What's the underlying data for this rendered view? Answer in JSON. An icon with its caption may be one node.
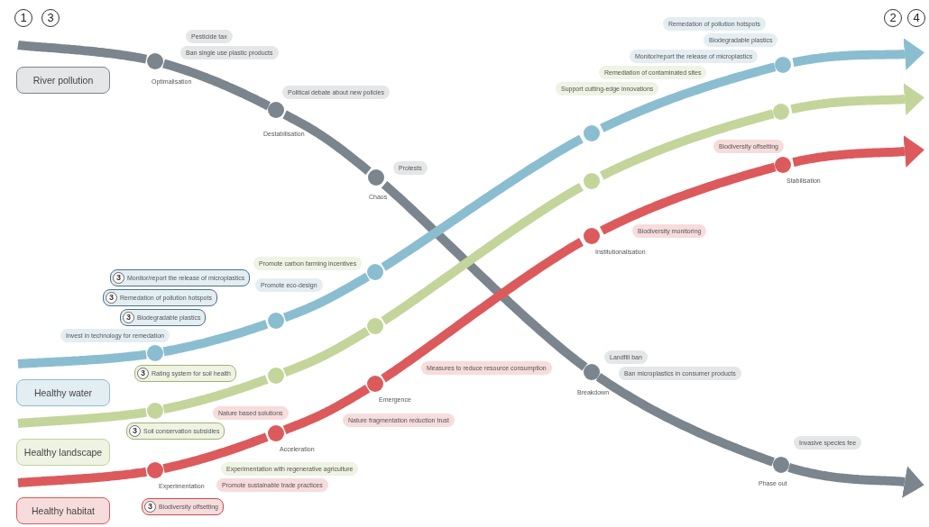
{
  "diagram": {
    "nodes": [
      {
        "text": [
          "River pollution"
        ]
      },
      {
        "text": [
          "Healthy water"
        ]
      },
      {
        "text": [
          "Healthy landscape"
        ]
      },
      {
        "text": [
          "Healthy habitat"
        ]
      },
      {
        "text": [],
        "shape": "circle",
        "beside": [
          "Optimalisation"
        ]
      },
      {
        "text": [],
        "shape": "circle",
        "beside": [
          "Destabilisation"
        ]
      },
      {
        "text": [],
        "shape": "circle",
        "beside": [
          "Chaos"
        ]
      },
      {
        "text": [],
        "shape": "circle",
        "beside": [
          "Breakdown"
        ]
      },
      {
        "text": [],
        "shape": "circle",
        "beside": [
          "Phase out"
        ]
      },
      {
        "text": [],
        "shape": "circle"
      },
      {
        "text": [],
        "shape": "circle"
      },
      {
        "text": [],
        "shape": "circle"
      },
      {
        "text": [],
        "shape": "circle"
      },
      {
        "text": [],
        "shape": "circle"
      },
      {
        "text": [],
        "shape": "circle"
      },
      {
        "text": [],
        "shape": "circle"
      },
      {
        "text": [],
        "shape": "circle"
      },
      {
        "text": [],
        "shape": "circle"
      },
      {
        "text": [],
        "shape": "circle"
      },
      {
        "text": [],
        "shape": "circle",
        "beside": [
          "Experimentation"
        ]
      },
      {
        "text": [],
        "shape": "circle",
        "beside": [
          "Acceleration"
        ]
      },
      {
        "text": [],
        "shape": "circle",
        "beside": [
          "Emergence"
        ]
      },
      {
        "text": [],
        "shape": "circle",
        "beside": [
          "Institutionalisation"
        ]
      },
      {
        "text": [],
        "shape": "circle",
        "beside": [
          "Stabilisation"
        ]
      },
      {
        "text": [
          "Pesticide tax"
        ]
      },
      {
        "text": [
          "Ban single use plastic products"
        ]
      },
      {
        "text": [
          "Political debate about new policies"
        ]
      },
      {
        "text": [
          "Protests"
        ]
      },
      {
        "text": [
          "Landfill ban"
        ]
      },
      {
        "text": [
          "Ban microplastics in consumer products"
        ]
      },
      {
        "text": [
          "Invasive species fee"
        ]
      },
      {
        "text": [
          "Remedation of pollution hotspots"
        ]
      },
      {
        "text": [
          "Biodegradable plastics"
        ]
      },
      {
        "text": [
          "Monitor/report the release of microplastics"
        ]
      },
      {
        "text": [
          "3",
          "Remedation of pollution hotspots"
        ]
      },
      {
        "text": [
          "3",
          "Biodegradable plastics"
        ]
      },
      {
        "text": [
          "3",
          "Monitor/report the release of microplastics"
        ]
      },
      {
        "text": [
          "Invest in technology for remedation"
        ]
      },
      {
        "text": [
          "Promote eco-design"
        ]
      },
      {
        "text": [
          "Remediation of contaminated sites"
        ]
      },
      {
        "text": [
          "Support cutting-edge innovations"
        ]
      },
      {
        "text": [
          "Promote carbon farming incentives"
        ]
      },
      {
        "text": [
          "3",
          "Rating system for soil health"
        ]
      },
      {
        "text": [
          "3",
          "Soil conservation subsidies"
        ]
      },
      {
        "text": [
          "Experimentation with regenerative agriculture"
        ]
      },
      {
        "text": [
          "Biodiversity offsetting"
        ]
      },
      {
        "text": [
          "Biodiversity monitoring"
        ]
      },
      {
        "text": [
          "Measures to reduce resource consumption"
        ]
      },
      {
        "text": [
          "Nature fragmentation reduction trust"
        ]
      },
      {
        "text": [
          "Nature based solutions"
        ]
      },
      {
        "text": [
          "3",
          "Biodiversity offsetting"
        ]
      },
      {
        "text": [
          "Promote sustainable trade practices"
        ]
      }
    ],
    "edges": [
      {
        "from": null,
        "to": 4,
        "arrow": "none",
        "color": "#7b858d"
      },
      {
        "from": 4,
        "to": 5,
        "arrow": "none",
        "color": "#7b858d"
      },
      {
        "from": 5,
        "to": 6,
        "arrow": "none",
        "color": "#7b858d"
      },
      {
        "from": 6,
        "to": 7,
        "arrow": "none",
        "color": "#7b858d"
      },
      {
        "from": 7,
        "to": 8,
        "arrow": "none",
        "color": "#7b858d"
      },
      {
        "from": 8,
        "to": null,
        "arrow": "to",
        "color": "#7b858d"
      },
      {
        "from": null,
        "to": 9,
        "arrow": "none",
        "color": "#8bbdd1"
      },
      {
        "from": 9,
        "to": 10,
        "arrow": "none",
        "color": "#8bbdd1"
      },
      {
        "from": 10,
        "to": 11,
        "arrow": "none",
        "color": "#8bbdd1"
      },
      {
        "from": 11,
        "to": 12,
        "arrow": "none",
        "color": "#8bbdd1"
      },
      {
        "from": 12,
        "to": 13,
        "arrow": "none",
        "color": "#8bbdd1"
      },
      {
        "from": 13,
        "to": null,
        "arrow": "to",
        "color": "#8bbdd1"
      },
      {
        "from": null,
        "to": 14,
        "arrow": "none",
        "color": "#c3d59a"
      },
      {
        "from": 14,
        "to": 15,
        "arrow": "none",
        "color": "#c3d59a"
      },
      {
        "from": 15,
        "to": 16,
        "arrow": "none",
        "color": "#c3d59a"
      },
      {
        "from": 16,
        "to": 17,
        "arrow": "none",
        "color": "#c3d59a"
      },
      {
        "from": 17,
        "to": 18,
        "arrow": "none",
        "color": "#c3d59a"
      },
      {
        "from": 18,
        "to": null,
        "arrow": "to",
        "color": "#c3d59a"
      },
      {
        "from": null,
        "to": 19,
        "arrow": "none",
        "color": "#dc5a5c"
      },
      {
        "from": 19,
        "to": 20,
        "arrow": "none",
        "color": "#dc5a5c"
      },
      {
        "from": 20,
        "to": 21,
        "arrow": "none",
        "color": "#dc5a5c"
      },
      {
        "from": 21,
        "to": 22,
        "arrow": "none",
        "color": "#dc5a5c"
      },
      {
        "from": 22,
        "to": 23,
        "arrow": "none",
        "color": "#dc5a5c"
      },
      {
        "from": 23,
        "to": null,
        "arrow": "to",
        "color": "#dc5a5c"
      }
    ],
    "labels": [
      "1",
      "3",
      "2",
      "4"
    ]
  }
}
